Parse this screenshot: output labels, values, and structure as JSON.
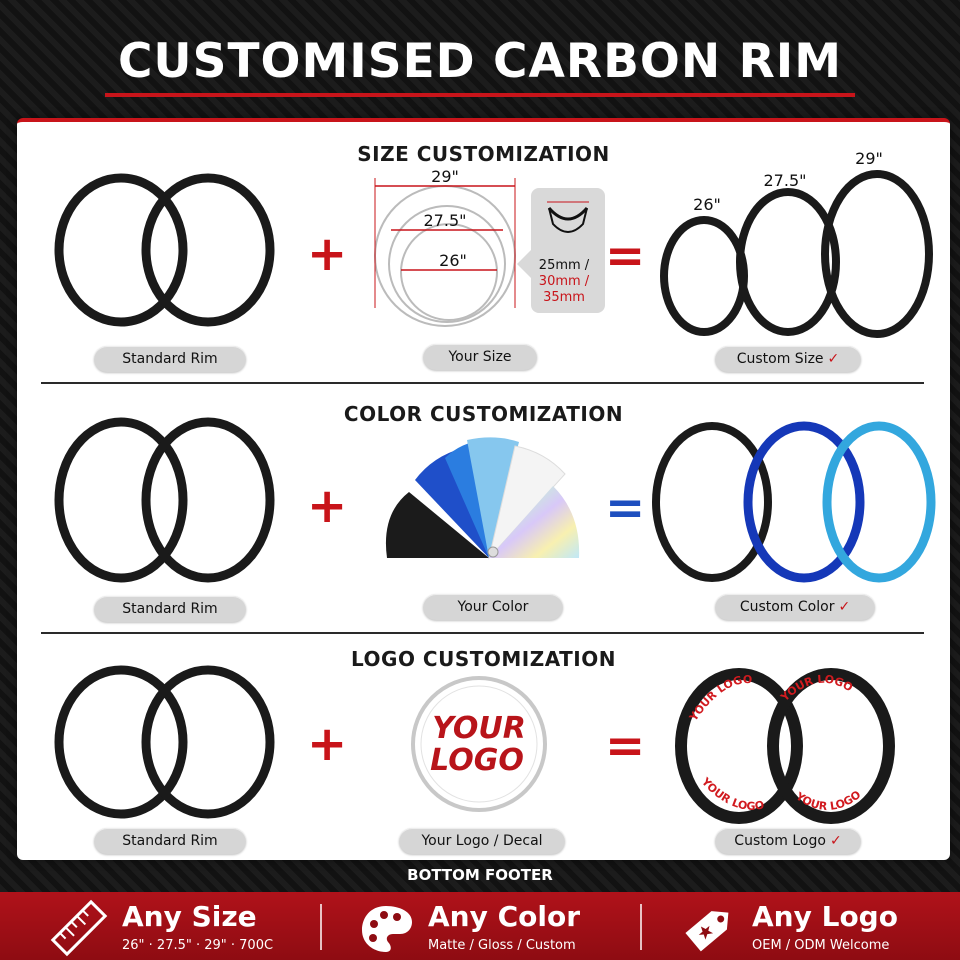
{
  "header": {
    "title": "CUSTOMISED CARBON RIM"
  },
  "sections": {
    "size": {
      "title": "SIZE CUSTOMIZATION",
      "left_label": "Standard Rim",
      "middle_label": "Your Size",
      "right_label": "Custom Size",
      "operator_plus": "+",
      "operator_equals": "=",
      "diagram_sizes": [
        "29\"",
        "27.5\"",
        "26\""
      ],
      "widths": [
        "25mm /",
        "30mm /",
        "35mm"
      ],
      "result_sizes": [
        "26\"",
        "27.5\"",
        "29\""
      ]
    },
    "color": {
      "title": "COLOR CUSTOMIZATION",
      "left_label": "Standard Rim",
      "middle_label": "Your Color",
      "right_label": "Custom Color",
      "operator_plus": "+",
      "operator_equals": "=",
      "swatch_colors": [
        "#1b1b1b",
        "#1f4fc9",
        "#2b7de0",
        "#86c7ee",
        "#f4f4f4"
      ],
      "result_colors": [
        "#1a1a1a",
        "#1538b8",
        "#33a7de"
      ]
    },
    "logo": {
      "title": "LOGO CUSTOMIZATION",
      "left_label": "Standard Rim",
      "middle_label": "Your Logo / Decal",
      "right_label": "Custom Logo",
      "operator_plus": "+",
      "operator_equals": "=",
      "logo_line1": "YOUR",
      "logo_line2": "LOGO",
      "rim_decal": "YOUR LOGO"
    }
  },
  "check_mark": "✓",
  "footer": {
    "label": "BOTTOM FOOTER",
    "features": [
      {
        "title": "Any Size",
        "subtitle": "26\" · 27.5\" · 29\" · 700C",
        "icon": "ruler-icon"
      },
      {
        "title": "Any Color",
        "subtitle": "Matte / Gloss / Custom",
        "icon": "palette-icon"
      },
      {
        "title": "Any Logo",
        "subtitle": "OEM / ODM Welcome",
        "icon": "tag-icon"
      }
    ]
  },
  "colors": {
    "accent_red": "#c8141a",
    "accent_blue": "#1e4fbf",
    "rim_black": "#1a1a1a"
  }
}
